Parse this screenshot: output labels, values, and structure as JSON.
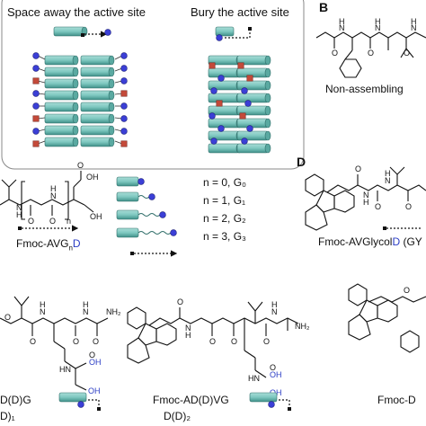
{
  "panelA": {
    "left_title": "Space away the active site",
    "right_title": "Bury the active site"
  },
  "panelB": {
    "letter": "B",
    "caption": "Non-assembling"
  },
  "panelC": {
    "name_prefix": "Fmoc-AVG",
    "name_sub": "n",
    "name_suffix": "D",
    "n_labels": [
      "n = 0, G₀",
      "n = 1, G₁",
      "n = 2, G₂",
      "n = 3, G₃"
    ]
  },
  "panelD": {
    "letter": "D",
    "name_prefix": "Fmoc-AVGlycol",
    "name_highlight": "D",
    "name_suffix": " (GY"
  },
  "bottom": {
    "left_name": "D(D)G",
    "left_sub": "D)₁",
    "middle_name": "Fmoc-AD(D)VG",
    "middle_sub": "D(D)₂",
    "right_name": "Fmoc-D"
  },
  "colors": {
    "cylinder": "#7ec8c0",
    "cylinder_dark": "#3f8f88",
    "bead_blue": "#3b3fd6",
    "bead_red": "#c44a3a",
    "panel_border": "#888888"
  }
}
